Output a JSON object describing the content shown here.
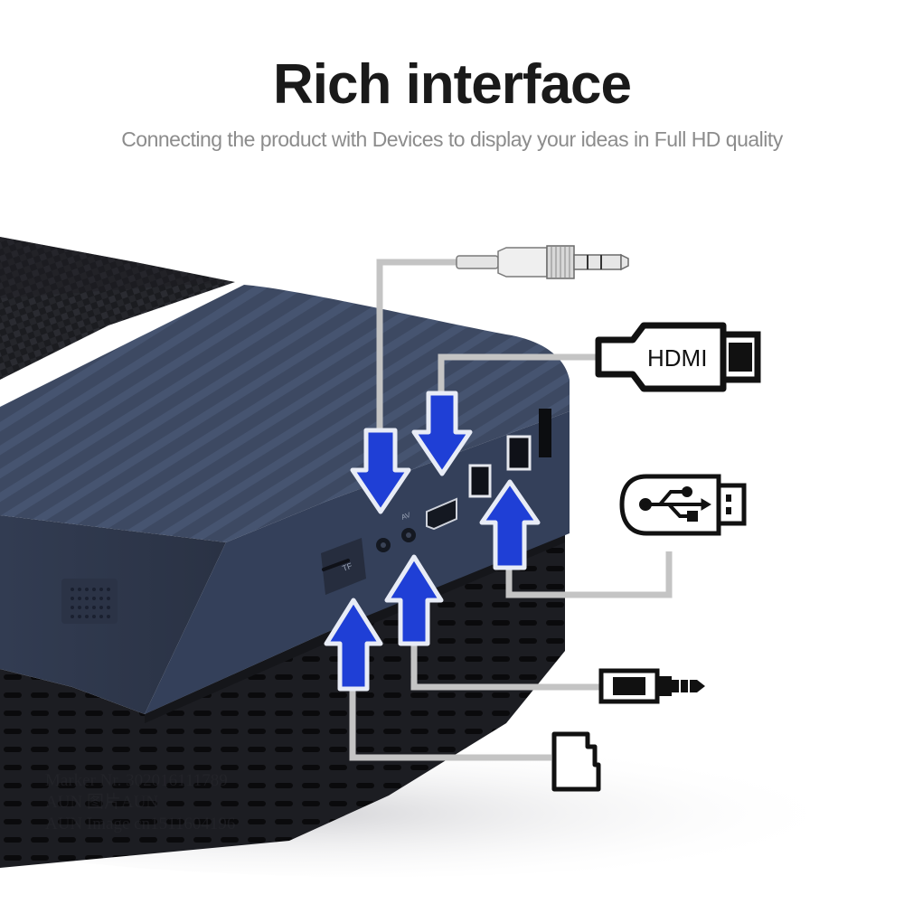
{
  "header": {
    "title": "Rich interface",
    "subtitle": "Connecting the product with Devices to display your ideas in Full HD quality"
  },
  "device": {
    "port_labels": {
      "tf": "TF",
      "av": "AV"
    }
  },
  "connectors": {
    "hdmi_label": "HDMI"
  },
  "watermark": {
    "line1": "Marker Nr. 302016111789",
    "line2": "AUN 图片AUN",
    "line3": "AUN Image cn1511604196"
  },
  "colors": {
    "arrow_blue": "#1f3fd6",
    "arrow_halo": "#e8ecf6",
    "cable_gray": "#c4c4c4",
    "device_body": "#36425a",
    "device_top": "#3e4a63",
    "grille": "#1e1f24",
    "title": "#1a1a1a",
    "subtitle": "#8c8c8c"
  },
  "icons": [
    "audio-jack-icon",
    "hdmi-plug-icon",
    "usb-plug-icon",
    "av-jack-icon",
    "tf-card-icon"
  ]
}
